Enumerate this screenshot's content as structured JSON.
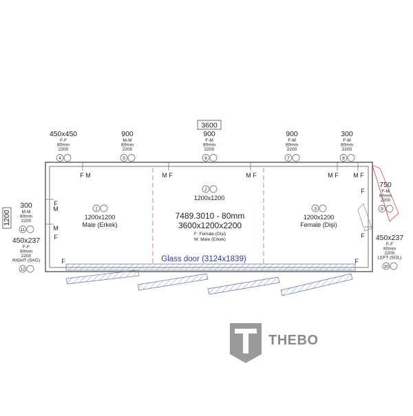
{
  "top_dimension": "3600",
  "side_dimension": "1200",
  "panels": [
    {
      "id": "4",
      "size": "450x450",
      "type": "F-F",
      "thickness": "80mm",
      "height": "2200"
    },
    {
      "id": "5",
      "size": "900",
      "type": "M-M",
      "thickness": "80mm",
      "height": "2200"
    },
    {
      "id": "6",
      "size": "900",
      "type": "F-M",
      "thickness": "80mm",
      "height": "2200"
    },
    {
      "id": "7",
      "size": "900",
      "type": "F-M",
      "thickness": "80mm",
      "height": "2200"
    },
    {
      "id": "8",
      "size": "300",
      "type": "F-M",
      "thickness": "80mm",
      "height": "2200"
    },
    {
      "id": "9",
      "size": "750",
      "type": "F-M",
      "thickness": "80mm",
      "height": "2200"
    },
    {
      "id": "10",
      "size": "450x237",
      "type": "F-F",
      "thickness": "80mm",
      "height": "2200",
      "side": "LEFT (SOL)"
    },
    {
      "id": "11",
      "size": "300",
      "type": "M-M",
      "thickness": "80mm",
      "height": "2200"
    },
    {
      "id": "12",
      "size": "450x237",
      "type": "F-F",
      "thickness": "80mm",
      "height": "2200",
      "side": "RIGHT (SAĞ)"
    }
  ],
  "rooms": [
    {
      "id": "1",
      "size": "1200x1200",
      "name": "Male (Erkek)"
    },
    {
      "id": "2",
      "size": "1200x1200"
    },
    {
      "id": "3",
      "size": "1200x1200",
      "name": "Female (Dişi)"
    }
  ],
  "center": {
    "model": "7489.3010 - 80mm",
    "dims": "3600x1200x2200",
    "legend_f": "F: Female (Dişi)",
    "legend_m": "M: Male (Erkek)"
  },
  "glass_door": "Glass door (3124x1839)",
  "edge_labels": {
    "top_fm_1": "F M",
    "top_mf_1": "M F",
    "top_mf_2": "M F",
    "top_mf_3": "M F",
    "top_mf_4": "M F",
    "left_f_1": "F",
    "left_m_1": "M",
    "left_m_2": "M",
    "left_f_2": "F",
    "right_f_1": "F",
    "right_f_2": "F",
    "bottom_f_left": "F",
    "bottom_f_right": "F"
  },
  "logo": {
    "text": "THEBO",
    "mark": "T"
  },
  "colors": {
    "line": "#555555",
    "glass": "#5a6aaa",
    "door_hatch": "#8090c0",
    "logo": "#8a8a8a",
    "open_door": "#d06060"
  }
}
